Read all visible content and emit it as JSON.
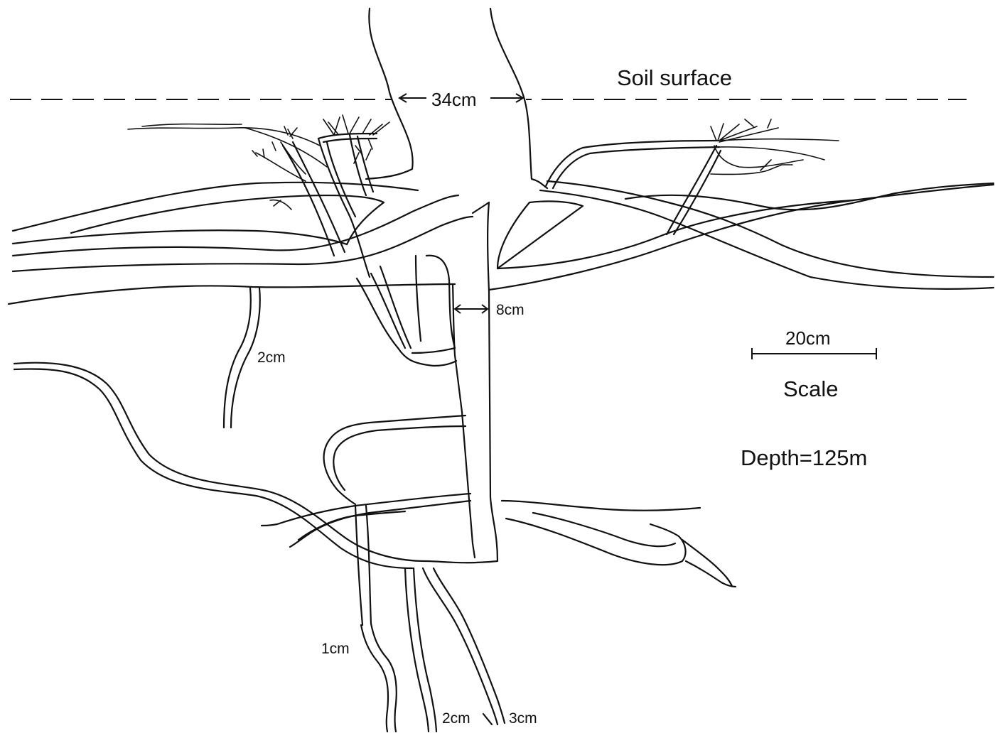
{
  "labels": {
    "soil_surface": "Soil surface",
    "trunk_width": "34cm",
    "taproot_width": "8cm",
    "left_root_width": "2cm",
    "root_1cm": "1cm",
    "root_2cm_bottom": "2cm",
    "root_3cm": "3cm",
    "scale_value": "20cm",
    "scale_label": "Scale",
    "depth": "Depth=125m"
  },
  "colors": {
    "ink": "#111111",
    "background": "#ffffff"
  }
}
